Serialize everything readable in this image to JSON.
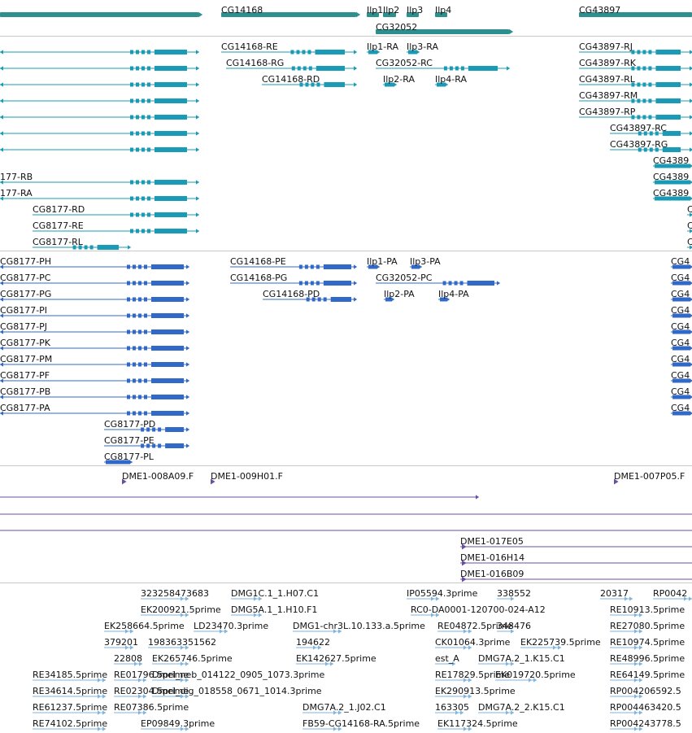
{
  "colors": {
    "gene": "#2e8f8f",
    "mrna": "#1a9bb5",
    "protein": "#3169c9",
    "clone": "#6a4fa0",
    "est": "#7fb6e0",
    "separator": "#c9c9c9"
  },
  "tracks": {
    "gene": {
      "features": [
        {
          "label": "",
          "start": 0,
          "end": 244,
          "strand": "+"
        },
        {
          "label": "CG14168",
          "start": 272,
          "end": 438,
          "strand": "+"
        },
        {
          "label": "Ilp1",
          "start": 451,
          "end": 466,
          "strand": "-"
        },
        {
          "label": "Ilp2",
          "start": 471,
          "end": 487,
          "strand": "+"
        },
        {
          "label": "Ilp3",
          "start": 500,
          "end": 515,
          "strand": "-"
        },
        {
          "label": "Ilp4",
          "start": 535,
          "end": 550,
          "strand": "-"
        },
        {
          "label": "CG32052",
          "start": 462,
          "end": 626,
          "strand": "+"
        },
        {
          "label": "CG43897",
          "start": 712,
          "end": 851,
          "strand": "+"
        }
      ]
    },
    "mrna": {
      "features": [
        {
          "label": "",
          "start": 0,
          "end": 244
        },
        {
          "label": "",
          "start": 0,
          "end": 244
        },
        {
          "label": "",
          "start": 0,
          "end": 244
        },
        {
          "label": "",
          "start": 0,
          "end": 244
        },
        {
          "label": "",
          "start": 0,
          "end": 244
        },
        {
          "label": "",
          "start": 0,
          "end": 244
        },
        {
          "label": "",
          "start": 0,
          "end": 244
        },
        {
          "label": "177-RB",
          "start": 0,
          "end": 244
        },
        {
          "label": "177-RA",
          "start": 0,
          "end": 244
        },
        {
          "label": "CG8177-RD",
          "start": 40,
          "end": 244
        },
        {
          "label": "CG8177-RE",
          "start": 40,
          "end": 244
        },
        {
          "label": "CG8177-RL",
          "start": 40,
          "end": 160
        },
        {
          "label": "CG14168-RE",
          "start": 272,
          "end": 438
        },
        {
          "label": "CG14168-RG",
          "start": 278,
          "end": 438
        },
        {
          "label": "CG14168-RD",
          "start": 322,
          "end": 438
        },
        {
          "label": "Ilp1-RA",
          "start": 451,
          "end": 466
        },
        {
          "label": "Ilp3-RA",
          "start": 500,
          "end": 515
        },
        {
          "label": "CG32052-RC",
          "start": 462,
          "end": 626
        },
        {
          "label": "Ilp2-RA",
          "start": 471,
          "end": 487
        },
        {
          "label": "Ilp4-RA",
          "start": 535,
          "end": 550
        },
        {
          "label": "CG43897-RJ",
          "start": 712,
          "end": 851
        },
        {
          "label": "CG43897-RK",
          "start": 712,
          "end": 851
        },
        {
          "label": "CG43897-RL",
          "start": 712,
          "end": 851
        },
        {
          "label": "CG43897-RM",
          "start": 712,
          "end": 851
        },
        {
          "label": "CG43897-RP",
          "start": 712,
          "end": 851
        },
        {
          "label": "CG43897-RC",
          "start": 750,
          "end": 851
        },
        {
          "label": "CG43897-RG",
          "start": 750,
          "end": 851
        },
        {
          "label": "CG4389",
          "start": 803,
          "end": 851
        },
        {
          "label": "CG4389",
          "start": 803,
          "end": 851
        },
        {
          "label": "CG4389",
          "start": 803,
          "end": 851
        },
        {
          "label": "C",
          "start": 845,
          "end": 851
        },
        {
          "label": "C",
          "start": 845,
          "end": 851
        },
        {
          "label": "C",
          "start": 845,
          "end": 851
        }
      ]
    },
    "protein": {
      "features": [
        {
          "label": "CG8177-PH",
          "start": 0,
          "end": 232
        },
        {
          "label": "CG8177-PC",
          "start": 0,
          "end": 232
        },
        {
          "label": "CG8177-PG",
          "start": 0,
          "end": 232
        },
        {
          "label": "CG8177-PI",
          "start": 0,
          "end": 232
        },
        {
          "label": "CG8177-PJ",
          "start": 0,
          "end": 232
        },
        {
          "label": "CG8177-PK",
          "start": 0,
          "end": 232
        },
        {
          "label": "CG8177-PM",
          "start": 0,
          "end": 232
        },
        {
          "label": "CG8177-PF",
          "start": 0,
          "end": 232
        },
        {
          "label": "CG8177-PB",
          "start": 0,
          "end": 232
        },
        {
          "label": "CG8177-PA",
          "start": 0,
          "end": 232
        },
        {
          "label": "CG8177-PD",
          "start": 128,
          "end": 232
        },
        {
          "label": "CG8177-PE",
          "start": 128,
          "end": 232
        },
        {
          "label": "CG8177-PL",
          "start": 128,
          "end": 162
        },
        {
          "label": "CG14168-PE",
          "start": 283,
          "end": 438
        },
        {
          "label": "CG14168-PG",
          "start": 283,
          "end": 438
        },
        {
          "label": "CG14168-PD",
          "start": 323,
          "end": 438
        },
        {
          "label": "Ilp1-PA",
          "start": 451,
          "end": 466
        },
        {
          "label": "Ilp3-PA",
          "start": 504,
          "end": 518
        },
        {
          "label": "CG32052-PC",
          "start": 462,
          "end": 614
        },
        {
          "label": "Ilp2-PA",
          "start": 472,
          "end": 484
        },
        {
          "label": "Ilp4-PA",
          "start": 539,
          "end": 552
        },
        {
          "label": "CG4",
          "start": 825,
          "end": 851
        },
        {
          "label": "CG4",
          "start": 825,
          "end": 851
        },
        {
          "label": "CG4",
          "start": 825,
          "end": 851
        },
        {
          "label": "CG4",
          "start": 825,
          "end": 851
        },
        {
          "label": "CG4",
          "start": 825,
          "end": 851
        },
        {
          "label": "CG4",
          "start": 825,
          "end": 851
        },
        {
          "label": "CG4",
          "start": 825,
          "end": 851
        },
        {
          "label": "CG4",
          "start": 825,
          "end": 851
        },
        {
          "label": "CG4",
          "start": 825,
          "end": 851
        },
        {
          "label": "CG4",
          "start": 825,
          "end": 851
        }
      ]
    },
    "clone": {
      "features": [
        {
          "label": "DME1-008A09.F",
          "start": 150,
          "end": 160
        },
        {
          "label": "DME1-009H01.F",
          "start": 259,
          "end": 265
        },
        {
          "label": "DME1-007P05.F",
          "start": 755,
          "end": 762
        },
        {
          "label": "",
          "start": 0,
          "end": 588
        },
        {
          "label": "",
          "start": 0,
          "end": 851
        },
        {
          "label": "",
          "start": 0,
          "end": 851
        },
        {
          "label": "DME1-017E05",
          "start": 566,
          "end": 851
        },
        {
          "label": "DME1-016H14",
          "start": 566,
          "end": 851
        },
        {
          "label": "DME1-016B09",
          "start": 566,
          "end": 851
        }
      ]
    },
    "est": {
      "features": [
        {
          "label": "323258473683",
          "start": 173,
          "end": 232
        },
        {
          "label": "DMG1C.1_1.H07.C1",
          "start": 284,
          "end": 322
        },
        {
          "label": "IP05594.3prime",
          "start": 500,
          "end": 540
        },
        {
          "label": "338552",
          "start": 611,
          "end": 632
        },
        {
          "label": "20317",
          "start": 738,
          "end": 778
        },
        {
          "label": "RP0042",
          "start": 803,
          "end": 851
        },
        {
          "label": "EK200921.5prime",
          "start": 173,
          "end": 232
        },
        {
          "label": "DMG5A.1_1.H10.F1",
          "start": 284,
          "end": 322
        },
        {
          "label": "RC0-DA0001-120700-024-A12",
          "start": 505,
          "end": 540
        },
        {
          "label": "RE10913.5prime",
          "start": 750,
          "end": 790
        },
        {
          "label": "EK258664.5prime",
          "start": 128,
          "end": 164
        },
        {
          "label": "LD23470.3prime",
          "start": 238,
          "end": 280
        },
        {
          "label": "DMG1-chr3L.10.133.a.5prime",
          "start": 360,
          "end": 420
        },
        {
          "label": "RE04872.5prime",
          "start": 538,
          "end": 580
        },
        {
          "label": "348476",
          "start": 611,
          "end": 632
        },
        {
          "label": "RE27080.5prime",
          "start": 750,
          "end": 790
        },
        {
          "label": "379201",
          "start": 128,
          "end": 164
        },
        {
          "label": "198363351562",
          "start": 182,
          "end": 232
        },
        {
          "label": "194622",
          "start": 364,
          "end": 395
        },
        {
          "label": "CK01064.3prime",
          "start": 535,
          "end": 580
        },
        {
          "label": "EK225739.5prime",
          "start": 640,
          "end": 690
        },
        {
          "label": "RE10974.5prime",
          "start": 750,
          "end": 790
        },
        {
          "label": "22808",
          "start": 140,
          "end": 175
        },
        {
          "label": "EK265746.5prime",
          "start": 187,
          "end": 232
        },
        {
          "label": "EK142627.5prime",
          "start": 364,
          "end": 410
        },
        {
          "label": "est_A",
          "start": 535,
          "end": 560
        },
        {
          "label": "DMG7A.2_1.K15.C1",
          "start": 588,
          "end": 632
        },
        {
          "label": "RE48996.5prime",
          "start": 750,
          "end": 790
        },
        {
          "label": "RE34185.5prime",
          "start": 40,
          "end": 130
        },
        {
          "label": "RE01796.5prime",
          "start": 140,
          "end": 180
        },
        {
          "label": "Dmel_neb_014122_0905_1073.3prime",
          "start": 187,
          "end": 232
        },
        {
          "label": "RE17829.5prime",
          "start": 535,
          "end": 580
        },
        {
          "label": "EK019720.5prime",
          "start": 609,
          "end": 660
        },
        {
          "label": "RE64149.5prime",
          "start": 750,
          "end": 790
        },
        {
          "label": "RE34614.5prime",
          "start": 40,
          "end": 130
        },
        {
          "label": "RE02304.5prime",
          "start": 140,
          "end": 180
        },
        {
          "label": "Dmel_dig_018558_0671_1014.3prime",
          "start": 187,
          "end": 232
        },
        {
          "label": "EK290913.5prime",
          "start": 535,
          "end": 580
        },
        {
          "label": "RP004206592.5",
          "start": 750,
          "end": 790
        },
        {
          "label": "RE61237.5prime",
          "start": 40,
          "end": 130
        },
        {
          "label": "RE07386.5prime",
          "start": 140,
          "end": 180
        },
        {
          "label": "DMG7A.2_1.J02.C1",
          "start": 372,
          "end": 420
        },
        {
          "label": "163305",
          "start": 535,
          "end": 570
        },
        {
          "label": "DMG7A.2_2.K15.C1",
          "start": 588,
          "end": 632
        },
        {
          "label": "RP004463420.5",
          "start": 750,
          "end": 790
        },
        {
          "label": "RE74102.5prime",
          "start": 40,
          "end": 130
        },
        {
          "label": "EP09849.3prime",
          "start": 173,
          "end": 232
        },
        {
          "label": "FB59-CG14168-RA.5prime",
          "start": 372,
          "end": 420
        },
        {
          "label": "EK117324.5prime",
          "start": 538,
          "end": 580
        },
        {
          "label": "RP004243778.5",
          "start": 750,
          "end": 790
        }
      ]
    }
  }
}
